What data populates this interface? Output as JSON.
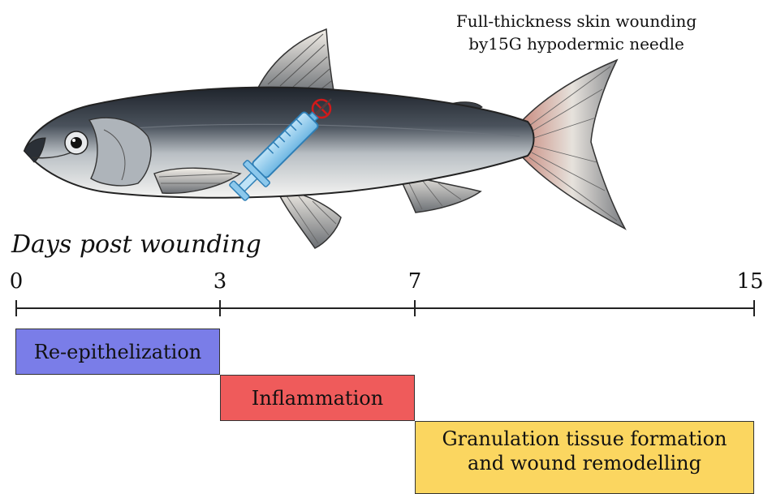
{
  "annotation": {
    "line1": "Full-thickness skin wounding",
    "line2": "by15G hypodermic needle"
  },
  "timeline": {
    "title": "Days post wounding",
    "ticks": [
      "0",
      "3",
      "7",
      "15"
    ],
    "phases": [
      {
        "label": "Re-epithelization",
        "start": 0,
        "end": 3,
        "color": "#7a7de8"
      },
      {
        "label": "Inflammation",
        "start": 3,
        "end": 7,
        "color": "#ef5b5b"
      },
      {
        "label_line1": "Granulation tissue formation",
        "label_line2": "and wound remodelling",
        "start": 7,
        "end": 15,
        "color": "#fbd660"
      }
    ]
  },
  "icons": [
    "fish-illustration",
    "syringe-icon",
    "wound-site-icon"
  ]
}
